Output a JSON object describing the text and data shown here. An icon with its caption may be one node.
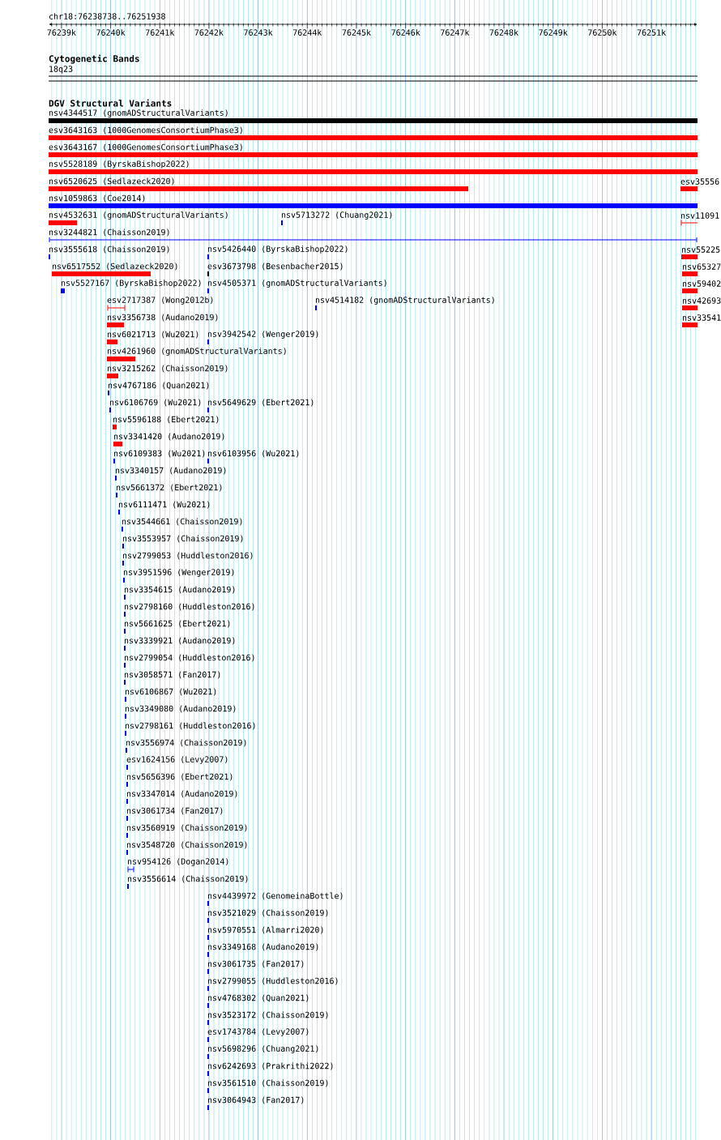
{
  "diagram": {
    "labels": [
      "chr18:76238738..76251938",
      "76239k",
      "76240k",
      "76241k",
      "76242k",
      "76243k",
      "76244k",
      "76245k",
      "76246k",
      "76247k",
      "76248k",
      "76249k",
      "76250k",
      "76251k",
      "Cytogenetic Bands",
      "18q23",
      "DGV Structural Variants",
      "nsv4344517 (gnomADStructuralVariants)",
      "esv3643163 (1000GenomesConsortiumPhase3)",
      "esv3643167 (1000GenomesConsortiumPhase3)",
      "nsv5528189 (ByrskaBishop2022)",
      "nsv6520625 (Sedlazeck2020)",
      "esv35556",
      "nsv1059863 (Coe2014)",
      "nsv4532631 (gnomADStructuralVariants)",
      "nsv5713272 (Chuang2021)",
      "nsv11091",
      "nsv3244821 (Chaisson2019)",
      "nsv3555618 (Chaisson2019)",
      "nsv5426440 (ByrskaBishop2022)",
      "nsv55225",
      "nsv6517552 (Sedlazeck2020)",
      "esv3673798 (Besenbacher2015)",
      "nsv65327",
      "nsv5527167 (ByrskaBishop2022)",
      "nsv4505371 (gnomADStructuralVariants)",
      "nsv59402",
      "esv2717387 (Wong2012b)",
      "nsv4514182 (gnomADStructuralVariants)",
      "nsv42693",
      "nsv3356738 (Audano2019)",
      "nsv33541",
      "nsv6021713 (Wu2021)",
      "nsv3942542 (Wenger2019)",
      "nsv4261960 (gnomADStructuralVariants)",
      "nsv3215262 (Chaisson2019)",
      "nsv4767186 (Quan2021)",
      "nsv6106769 (Wu2021)",
      "nsv5649629 (Ebert2021)",
      "nsv5596188 (Ebert2021)",
      "nsv3341420 (Audano2019)",
      "nsv6109383 (Wu2021)",
      "nsv6103956 (Wu2021)",
      "nsv3340157 (Audano2019)",
      "nsv5661372 (Ebert2021)",
      "nsv6111471 (Wu2021)",
      "nsv3544661 (Chaisson2019)",
      "nsv3553957 (Chaisson2019)",
      "nsv2799053 (Huddleston2016)",
      "nsv3951596 (Wenger2019)",
      "nsv3354615 (Audano2019)",
      "nsv2798160 (Huddleston2016)",
      "nsv5661625 (Ebert2021)",
      "nsv3339921 (Audano2019)",
      "nsv2799054 (Huddleston2016)",
      "nsv3058571 (Fan2017)",
      "nsv6106867 (Wu2021)",
      "nsv3349080 (Audano2019)",
      "nsv2798161 (Huddleston2016)",
      "nsv3556974 (Chaisson2019)",
      "esv1624156 (Levy2007)",
      "nsv5656396 (Ebert2021)",
      "nsv3347014 (Audano2019)",
      "nsv3061734 (Fan2017)",
      "nsv3560919 (Chaisson2019)",
      "nsv3548720 (Chaisson2019)",
      "nsv954126 (Dogan2014)",
      "nsv3556614 (Chaisson2019)",
      "nsv4439972 (GenomeinaBottle)",
      "nsv3521029 (Chaisson2019)",
      "nsv5970551 (Almarri2020)",
      "nsv3349168 (Audano2019)",
      "nsv3061735 (Fan2017)",
      "nsv2799055 (Huddleston2016)",
      "nsv4768302 (Quan2021)",
      "nsv3523172 (Chaisson2019)",
      "esv1743784 (Levy2007)",
      "nsv5698296 (Chuang2021)",
      "nsv6242693 (Prakrithi2022)",
      "nsv3561510 (Chaisson2019)",
      "nsv3064943 (Fan2017)"
    ]
  }
}
